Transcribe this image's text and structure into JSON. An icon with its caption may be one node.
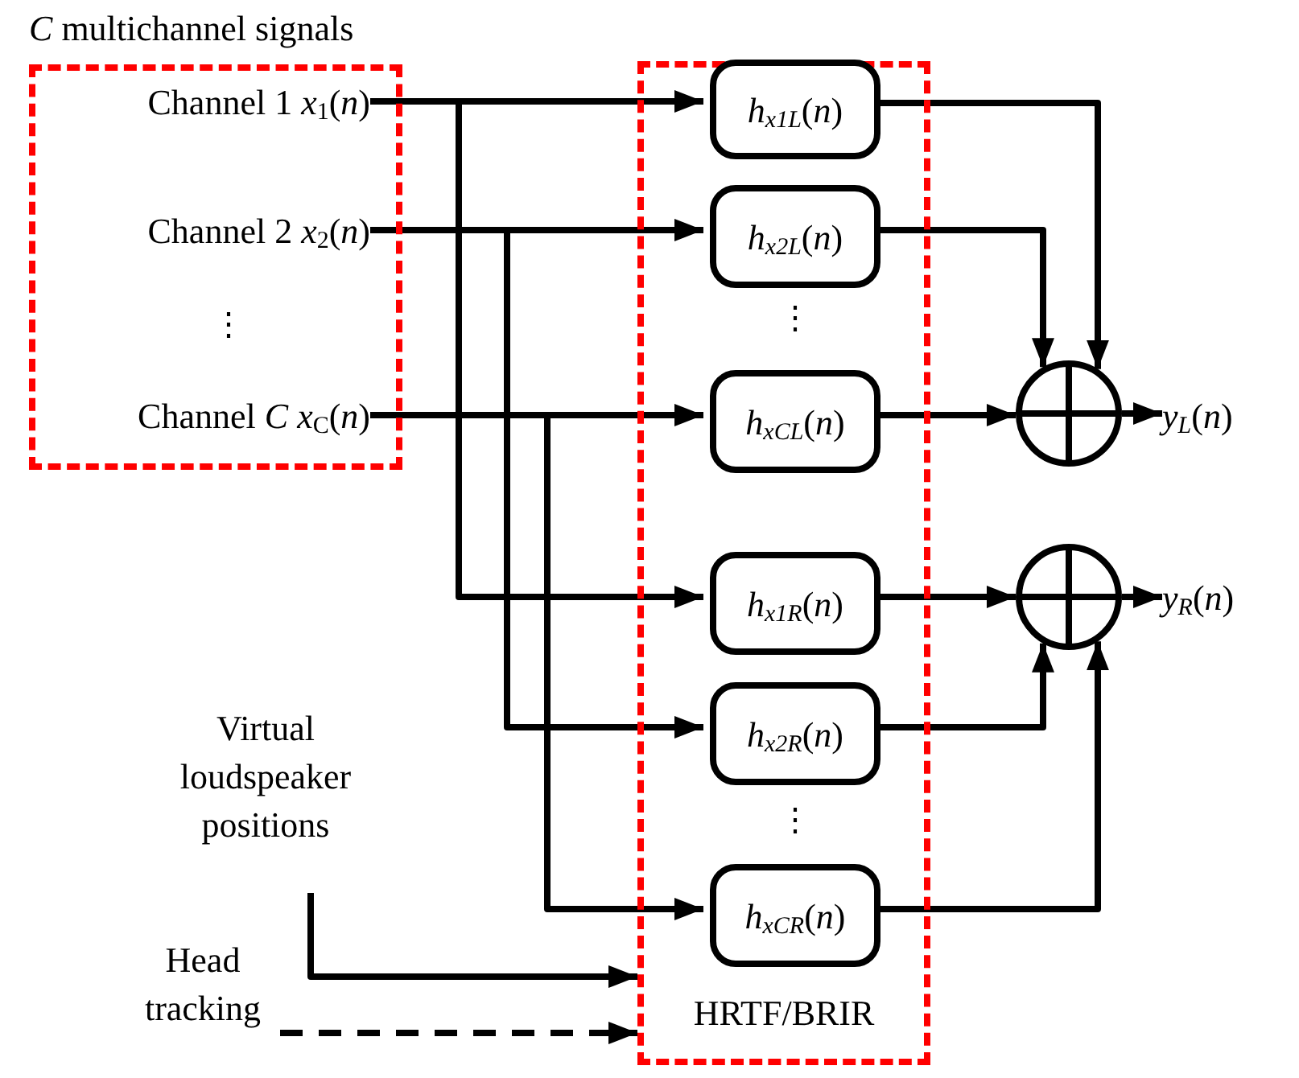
{
  "diagram": {
    "nodes": [
      {
        "text": [
          "*C* multichannel signals"
        ]
      },
      {
        "text": [
          "Channel 1 *x*$_{1}$(*n*)"
        ],
        "in": 0
      },
      {
        "text": [
          "Channel 2 *x*$_{2}$(*n*)"
        ],
        "in": 0
      },
      {
        "text": [
          "Channel *C* *x*$_{C}$(*n*)"
        ],
        "in": 0
      },
      {
        "text": [
          "HRTF/BRIR"
        ]
      },
      {
        "text": [
          "*h*$_{x1L}$(*n*)"
        ],
        "in": 4
      },
      {
        "text": [
          "*h*$_{x2L}$(*n*)"
        ],
        "in": 4
      },
      {
        "text": [
          "*h*$_{xCL}$(*n*)"
        ],
        "in": 4
      },
      {
        "text": [
          "*h*$_{x1R}$(*n*)"
        ],
        "in": 4
      },
      {
        "text": [
          "*h*$_{x2R}$(*n*)"
        ],
        "in": 4
      },
      {
        "text": [
          "*h*$_{xCR}$(*n*)"
        ],
        "in": 4
      },
      {
        "text": [],
        "shape": "circle"
      },
      {
        "text": [],
        "shape": "circle"
      },
      {
        "text": [
          "*y*$_{L}$(*n*)"
        ]
      },
      {
        "text": [
          "*y*$_{R}$(*n*)"
        ]
      },
      {
        "text": [
          "Virtual loudspeaker positions"
        ]
      },
      {
        "text": [
          "Head tracking"
        ]
      }
    ],
    "edges": [
      {
        "from": 1,
        "to": 5,
        "arrow": "to"
      },
      {
        "from": 1,
        "to": 8,
        "arrow": "to"
      },
      {
        "from": 2,
        "to": 6,
        "arrow": "to"
      },
      {
        "from": 2,
        "to": 9,
        "arrow": "to"
      },
      {
        "from": 3,
        "to": 7,
        "arrow": "to"
      },
      {
        "from": 3,
        "to": 10,
        "arrow": "to"
      },
      {
        "from": 5,
        "to": 11,
        "arrow": "to"
      },
      {
        "from": 6,
        "to": 11,
        "arrow": "to"
      },
      {
        "from": 7,
        "to": 11,
        "arrow": "to"
      },
      {
        "from": 8,
        "to": 12,
        "arrow": "to"
      },
      {
        "from": 9,
        "to": 12,
        "arrow": "to"
      },
      {
        "from": 10,
        "to": 12,
        "arrow": "to"
      },
      {
        "from": 11,
        "to": 13,
        "arrow": "to"
      },
      {
        "from": 12,
        "to": 14,
        "arrow": "to"
      },
      {
        "from": 15,
        "to": 4,
        "arrow": "to"
      },
      {
        "from": 16,
        "to": 4,
        "arrow": "to",
        "style": "dashed"
      }
    ],
    "labels": [
      "⋮",
      "⋮",
      "⋮"
    ]
  }
}
